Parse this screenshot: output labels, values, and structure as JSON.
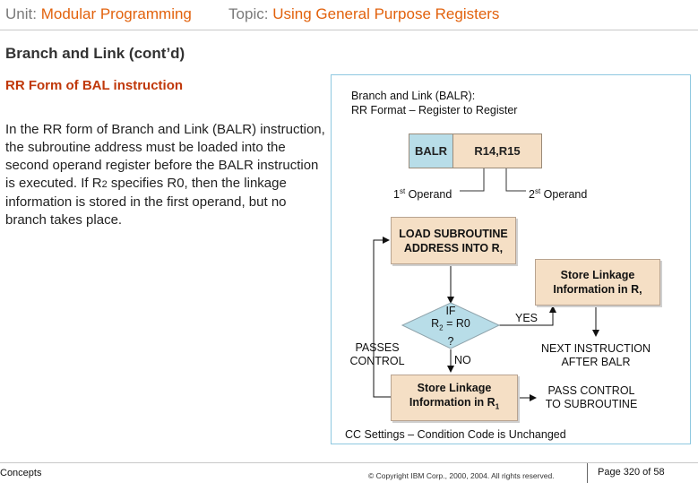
{
  "header": {
    "unit_label": "Unit:",
    "unit_value": "Modular Programming",
    "topic_label": "Topic:",
    "topic_value": "Using General Purpose Registers"
  },
  "section_title": "Branch and Link (cont’d)",
  "subtitle": "RR Form of BAL instruction",
  "body": {
    "part1": "In the RR form of Branch and Link (BALR) instruction, the subroutine address must be loaded into the second operand register before the BALR instruction is executed. If R",
    "sub": "2",
    "part2": " specifies R0, then the linkage information is stored in the first operand, but no branch takes place."
  },
  "diagram": {
    "title_line1": "Branch and Link (BALR):",
    "title_line2": "RR Format – Register to Register",
    "opcode": "BALR",
    "operands": "R14,R15",
    "first_operand_num": "1",
    "first_operand_sup": "st",
    "first_operand_text": " Operand",
    "second_operand_num": "2",
    "second_operand_sup": "st",
    "second_operand_text": " Operand",
    "load_box_line1": "LOAD SUBROUTINE",
    "load_box_line2": "ADDRESS INTO R,",
    "store_right_line1": "Store Linkage",
    "store_right_line2": "Information in R,",
    "decision_line1": "IF",
    "decision_r": "R",
    "decision_sub": "2",
    "decision_eq": " = R0",
    "decision_q": "?",
    "yes_label": "YES",
    "no_label": "NO",
    "passes_line1": "PASSES",
    "passes_line2": "CONTROL",
    "next_line1": "NEXT INSTRUCTION",
    "next_line2": "AFTER BALR",
    "store_bottom_line1": "Store Linkage",
    "store_bottom_line2_prefix": "Information in R",
    "store_bottom_sub": "1",
    "pass_control_line1": "PASS CONTROL",
    "pass_control_line2": "TO SUBROUTINE",
    "cc_settings": "CC Settings – Condition Code is Unchanged"
  },
  "footer": {
    "left": "Concepts",
    "copyright": "© Copyright IBM Corp., 2000, 2004. All rights reserved.",
    "page": "Page 320 of 58"
  }
}
